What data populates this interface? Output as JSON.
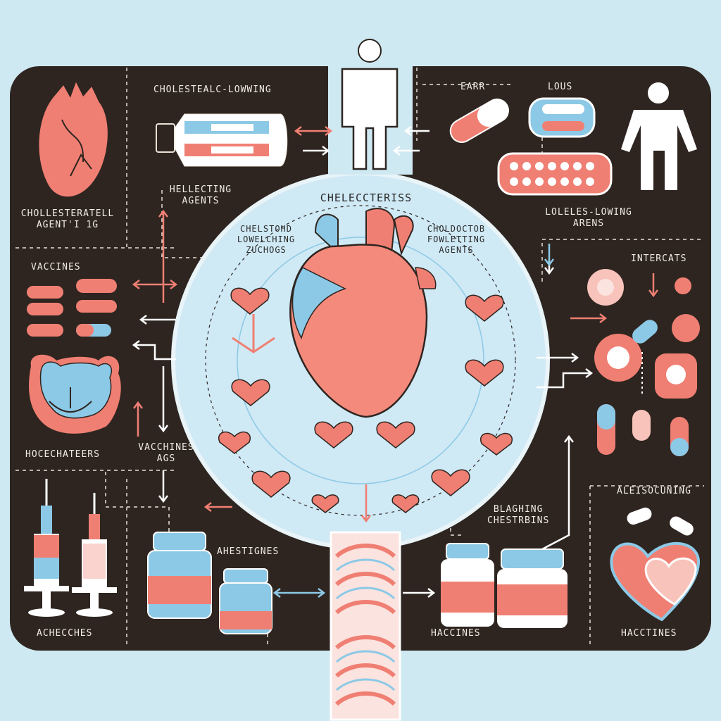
{
  "colors": {
    "background": "#cfe9f2",
    "panel": "#2e2520",
    "accent_pink": "#f07f73",
    "accent_blue": "#8cc9e6",
    "circle_fill": "#cfe9f5",
    "text_light": "#f1ece2"
  },
  "labels": {
    "top_cholesterol_lowering": "CHOLESTEALC-LOWWING",
    "top_earr": "EARR",
    "top_lous": "LOUS",
    "left_helleting_agents": "HELLECTING\nAGENTS",
    "left_cholesteratell_agents": "CHOLLESTERATELL\nAGENT'I 1G",
    "left_vaccines": "VACCINES",
    "left_hocechateers": "HOCECHATEERS",
    "left_vacchines_ags": "VACCHINES\nAGS",
    "right_loleles_lowing_arens": "LOLELES-LOWING\nARENS",
    "right_interats": "INTERCATS",
    "right_aleisocuning": "ALEISOCUNING",
    "right_blaghing_chestrbins": "BLAGHING\nCHESTRBINS",
    "bottom_ahestignes": "AHESTIGNES",
    "bottom_achecches": "ACHECCHES",
    "bottom_haccines_1": "HACCINES",
    "bottom_haccines_2": "HACCTINES",
    "circle_title": "CHELECCTERISS",
    "circle_left_heading": "CHELSTOHD\nLOWELCHING\nZUCHOGS",
    "circle_right_heading": "CHOLDOCTOB\nFOWLETTING\nAGENTS"
  },
  "icons": [
    "anatomical-heart-icon",
    "person-figure-icon",
    "pill-capsule-icon",
    "pill-blister-pack-icon",
    "syringe-icon",
    "medicine-bottle-icon",
    "stomach-organ-icon",
    "heart-icon",
    "arrow-icon",
    "intestine-icon"
  ]
}
